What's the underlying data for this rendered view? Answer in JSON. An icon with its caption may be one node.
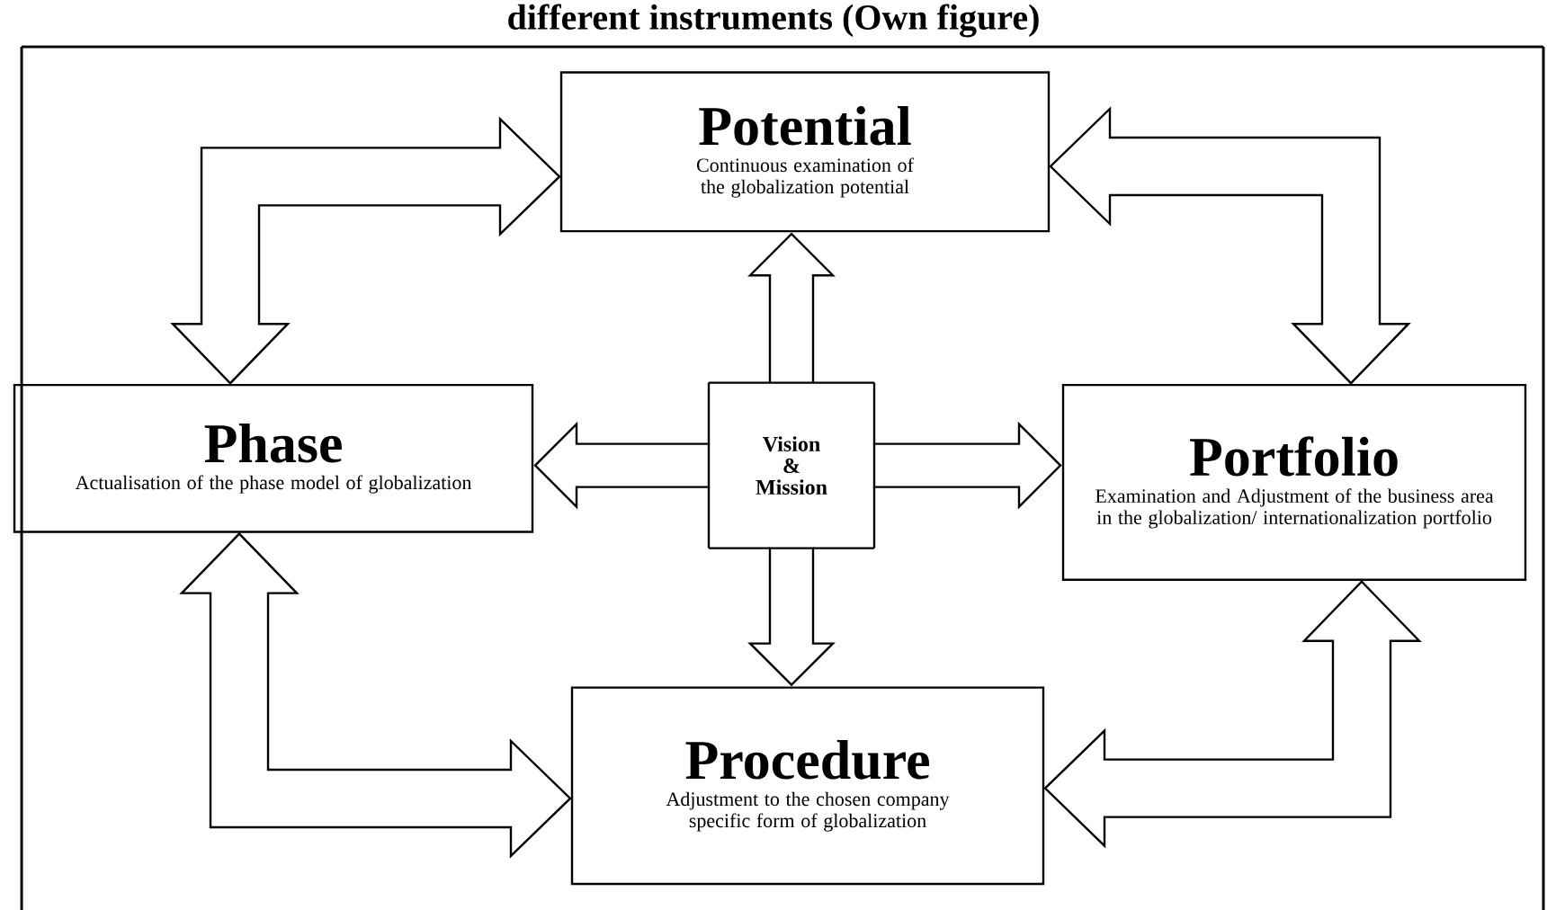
{
  "diagram": {
    "title": "different instruments (Own figure)",
    "nodes": [
      {
        "text": [
          "Potential",
          "Continuous examination of the globalization potential"
        ]
      },
      {
        "text": [
          "Phase",
          "Actualisation of the phase model of globalization"
        ]
      },
      {
        "text": [
          "Vision & Mission"
        ]
      },
      {
        "text": [
          "Portfolio",
          "Examination and Adjustment of the business area in the globalization/ internationalization portfolio"
        ]
      },
      {
        "text": [
          "Procedure",
          "Adjustment to the chosen company specific form of globalization"
        ]
      }
    ],
    "edges": [
      {
        "from": 1,
        "to": 0,
        "arrow": "both"
      },
      {
        "from": 0,
        "to": 3,
        "arrow": "both"
      },
      {
        "from": 1,
        "to": 4,
        "arrow": "both"
      },
      {
        "from": 3,
        "to": 4,
        "arrow": "both"
      },
      {
        "from": 2,
        "to": 0,
        "arrow": "to"
      },
      {
        "from": 2,
        "to": 3,
        "arrow": "to"
      },
      {
        "from": 2,
        "to": 4,
        "arrow": "to"
      },
      {
        "from": 2,
        "to": 1,
        "arrow": "to"
      }
    ]
  }
}
